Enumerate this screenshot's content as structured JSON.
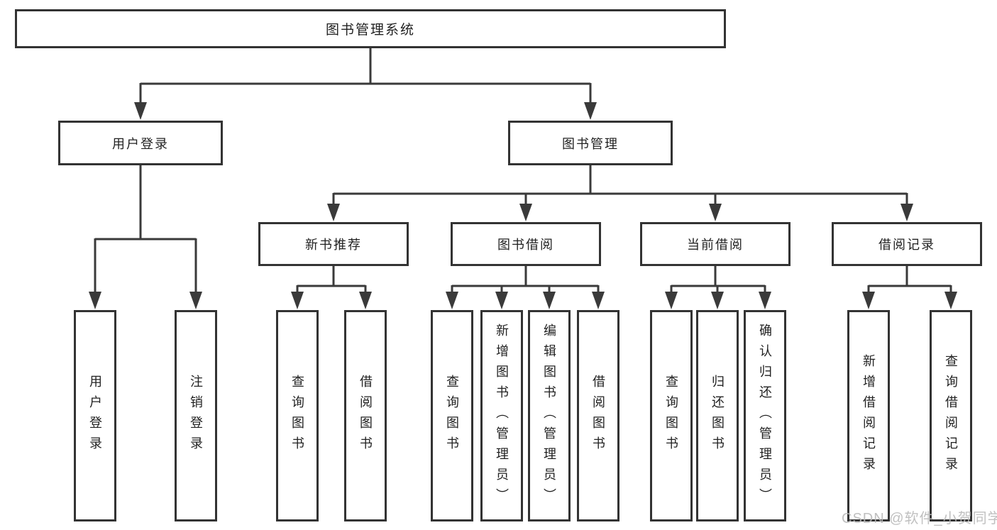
{
  "tree": {
    "root": {
      "label": "图书管理系统"
    },
    "branches": [
      {
        "label": "用户登录",
        "children": [
          {
            "label": "用户登录"
          },
          {
            "label": "注销登录"
          }
        ]
      },
      {
        "label": "图书管理",
        "groups": [
          {
            "label": "新书推荐",
            "children": [
              {
                "label": "查询图书"
              },
              {
                "label": "借阅图书"
              }
            ]
          },
          {
            "label": "图书借阅",
            "children": [
              {
                "label": "查询图书"
              },
              {
                "label": "新增图书（管理员）"
              },
              {
                "label": "编辑图书（管理员）"
              },
              {
                "label": "借阅图书"
              }
            ]
          },
          {
            "label": "当前借阅",
            "children": [
              {
                "label": "查询图书"
              },
              {
                "label": "归还图书"
              },
              {
                "label": "确认归还（管理员）"
              }
            ]
          },
          {
            "label": "借阅记录",
            "children": [
              {
                "label": "新增借阅记录"
              },
              {
                "label": "查询借阅记录"
              }
            ]
          }
        ]
      }
    ]
  },
  "watermark": {
    "text": "CSDN @软件_小贺同学"
  },
  "colors": {
    "line": "#3a3a3a",
    "box_border": "#333333",
    "text": "#222222",
    "watermark": "#b9b9b9",
    "background": "#ffffff"
  }
}
